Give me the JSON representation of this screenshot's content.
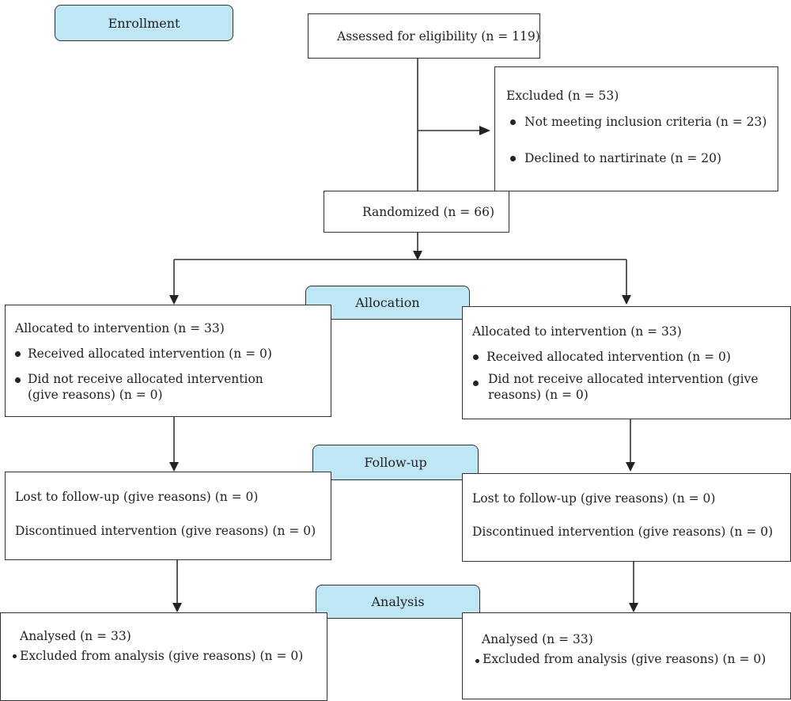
{
  "stages": {
    "enrollment": "Enrollment",
    "allocation": "Allocation",
    "follow_up": "Follow-up",
    "analysis": "Analysis"
  },
  "assessed": "Assessed for eligibility (n = 119)",
  "excluded": {
    "title": "Excluded (n = 53)",
    "items": [
      "Not meeting inclusion criteria (n = 23)",
      "Declined to nartirinate (n = 20)"
    ]
  },
  "randomized": "Randomized (n = 66)",
  "left": {
    "allocated": "Allocated to intervention (n = 33)",
    "received": "Received allocated intervention (n = 0)",
    "not_received": "Did not receive allocated intervention (give reasons) (n = 0)",
    "lost": "Lost to follow-up (give reasons) (n = 0)",
    "discontinued": "Discontinued intervention (give reasons) (n = 0)",
    "analysed": "Analysed (n = 33)",
    "excluded_analysis": "Excluded from analysis (give reasons) (n = 0)"
  },
  "right": {
    "allocated": "Allocated to intervention (n = 33)",
    "received": "Received allocated intervention (n = 0)",
    "not_received": "Did not receive allocated intervention (give reasons) (n = 0)",
    "lost": "Lost to follow-up (give reasons) (n = 0)",
    "discontinued": "Discontinued intervention (give reasons) (n = 0)",
    "analysed": "Analysed (n = 33)",
    "excluded_analysis": "Excluded from analysis (give reasons) (n = 0)"
  },
  "colors": {
    "stage_fill": "#bfe6f5",
    "border": "#333333"
  }
}
